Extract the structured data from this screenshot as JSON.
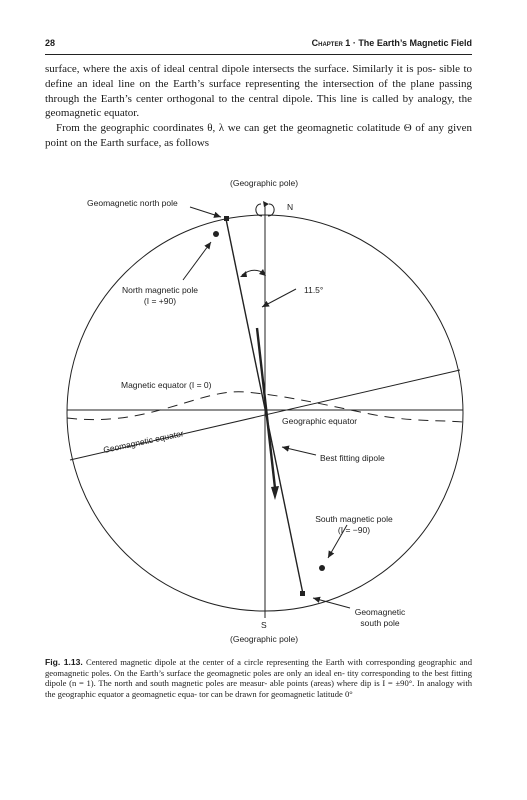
{
  "header": {
    "page_number": "28",
    "chapter": "Chapter 1",
    "separator": " · ",
    "title": "The Earth’s Magnetic Field"
  },
  "body": {
    "line1": "surface, where the axis of ideal central dipole intersects the surface. Similarly it is pos-",
    "line2": "sible to define an ideal line on the Earth’s surface representing the intersection of the",
    "line3": "plane passing through the Earth’s center orthogonal to the central dipole. This line is",
    "line4": "called by analogy, the geomagnetic equator.",
    "line5": "From the geographic coordinates θ, λ we can get the geomagnetic colatitude Θ of",
    "line6": "any given point on the Earth surface, as follows"
  },
  "figure": {
    "geographic_pole_top": "(Geographic pole)",
    "geographic_pole_bottom": "(Geographic pole)",
    "north": "N",
    "south": "S",
    "geomagnetic_north_pole": "Geomagnetic north pole",
    "north_magnetic_pole": "North magnetic pole",
    "north_magnetic_pole_i": "(I = +90)",
    "angle": "11.5°",
    "magnetic_equator": "Magnetic equator (I = 0)",
    "geographic_equator": "Geographic equator",
    "geomagnetic_equator": "Geomagnetic equator",
    "best_fitting_dipole": "Best fitting dipole",
    "south_magnetic_pole": "South magnetic pole",
    "south_magnetic_pole_i": "(I = −90)",
    "geomagnetic_south_1": "Geomagnetic",
    "geomagnetic_south_2": "south pole"
  },
  "caption": {
    "label": "Fig. 1.13.",
    "l1": "Centered magnetic dipole at the center of a circle representing the Earth with corresponding",
    "l2": "geographic and geomagnetic poles. On the Earth’s surface the geomagnetic poles are only an ideal en-",
    "l3": "tity corresponding to the best fitting dipole (n = 1). The north and south magnetic poles are measur-",
    "l4": "able points (areas) where dip is I = ±90°. In analogy with the geographic equator a geomagnetic equa-",
    "l5": "tor can be drawn for geomagnetic latitude 0°"
  }
}
